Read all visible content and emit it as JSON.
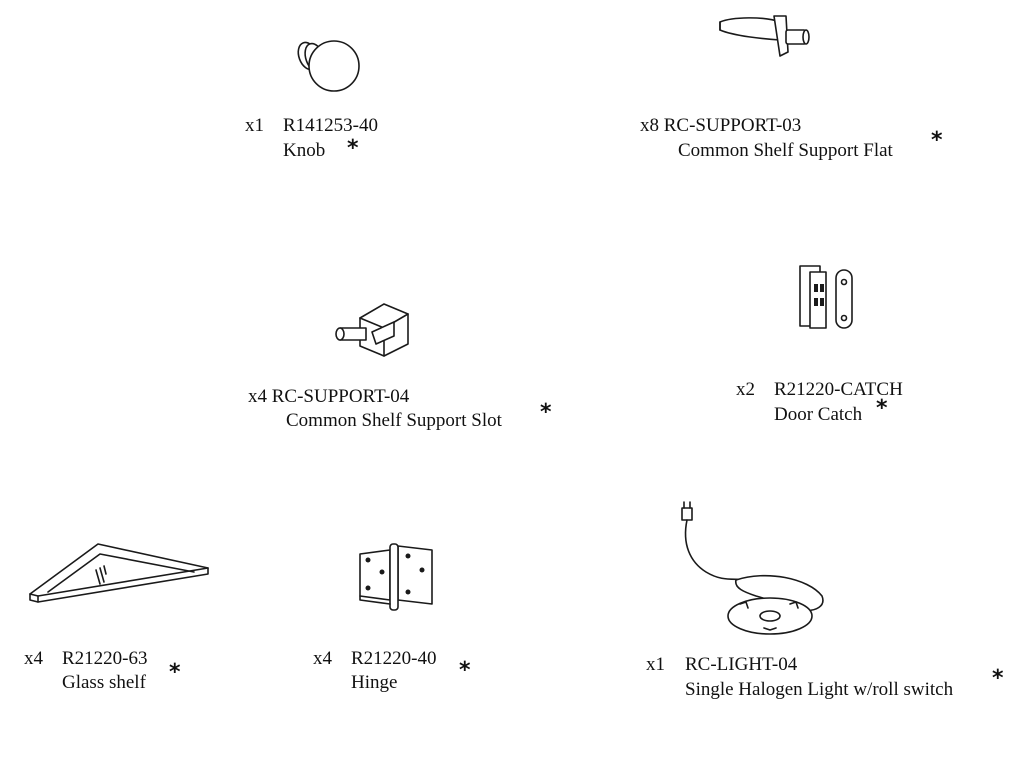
{
  "parts": [
    {
      "id": "knob",
      "qty": "x1",
      "code": "R141253-40",
      "name": "Knob",
      "mark": "*"
    },
    {
      "id": "support-flat",
      "qty": "x8",
      "code": "RC-SUPPORT-03",
      "name": "Common Shelf Support Flat",
      "mark": "*"
    },
    {
      "id": "support-slot",
      "qty": "x4",
      "code": "RC-SUPPORT-04",
      "name": "Common Shelf Support Slot",
      "mark": "*"
    },
    {
      "id": "door-catch",
      "qty": "x2",
      "code": "R21220-CATCH",
      "name": "Door Catch",
      "mark": "*"
    },
    {
      "id": "glass-shelf",
      "qty": "x4",
      "code": "R21220-63",
      "name": "Glass shelf",
      "mark": "*"
    },
    {
      "id": "hinge",
      "qty": "x4",
      "code": "R21220-40",
      "name": "Hinge",
      "mark": "*"
    },
    {
      "id": "halogen-light",
      "qty": "x1",
      "code": "RC-LIGHT-04",
      "name": "Single Halogen Light w/roll switch",
      "mark": "*"
    }
  ],
  "icons": [
    "knob-icon",
    "shelf-support-flat-icon",
    "shelf-support-slot-icon",
    "door-catch-icon",
    "glass-shelf-icon",
    "hinge-icon",
    "halogen-light-icon"
  ]
}
